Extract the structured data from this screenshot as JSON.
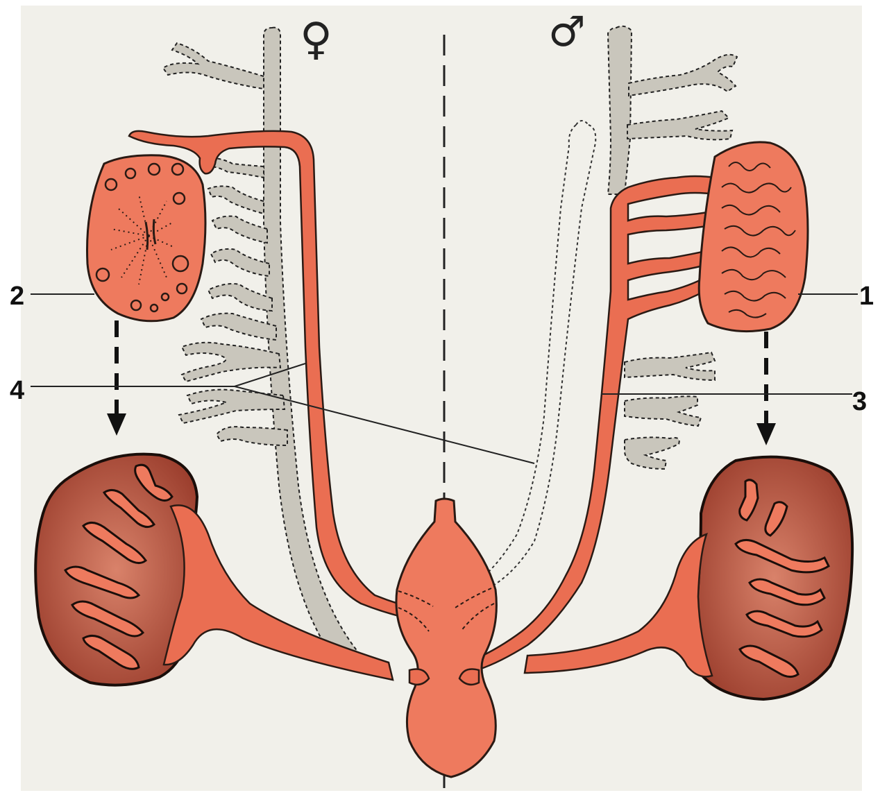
{
  "symbols": {
    "female": "♀",
    "male": "♂"
  },
  "callouts": [
    {
      "id": "1",
      "label": "1"
    },
    {
      "id": "2",
      "label": "2"
    },
    {
      "id": "3",
      "label": "3"
    },
    {
      "id": "4",
      "label": "4"
    }
  ],
  "colors": {
    "paper": "#f1f0ea",
    "duct_red": "#ea6e52",
    "gonad_red": "#ee7a5e",
    "kidney_dark": "#a84a38",
    "kidney_light": "#d9826a",
    "grey_duct": "#c9c6bc",
    "outline": "#2a1a14",
    "dashed": "#1a1a1a"
  }
}
